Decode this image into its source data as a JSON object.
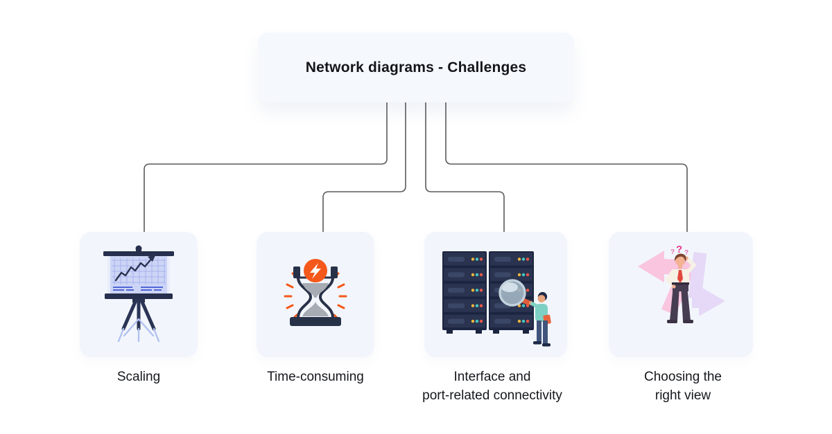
{
  "root": {
    "title": "Network diagrams - Challenges"
  },
  "nodes": [
    {
      "id": "scaling",
      "label": "Scaling",
      "icon": "growth-chart-presentation-illustration"
    },
    {
      "id": "time-consuming",
      "label": "Time-consuming",
      "icon": "hourglass-deadline-illustration"
    },
    {
      "id": "interface-port-connectivity",
      "label": "Interface and\nport-related connectivity",
      "icon": "server-rack-inspection-illustration"
    },
    {
      "id": "choosing-right-view",
      "label": "Choosing the\nright view",
      "icon": "confused-person-direction-arrows-illustration"
    }
  ],
  "colors": {
    "canvas_bg": "#ffffff",
    "node_bg": "#f2f6fc",
    "title_bg": "#f5f8fd",
    "connector": "#5a5a5a",
    "text": "#15171c",
    "accent_orange": "#f4581b",
    "accent_navy": "#273148",
    "accent_periwinkle": "#cdd5f6",
    "accent_teal": "#7fd0c4",
    "accent_pink": "#f9c5df",
    "accent_lavender": "#e6d9f7"
  }
}
